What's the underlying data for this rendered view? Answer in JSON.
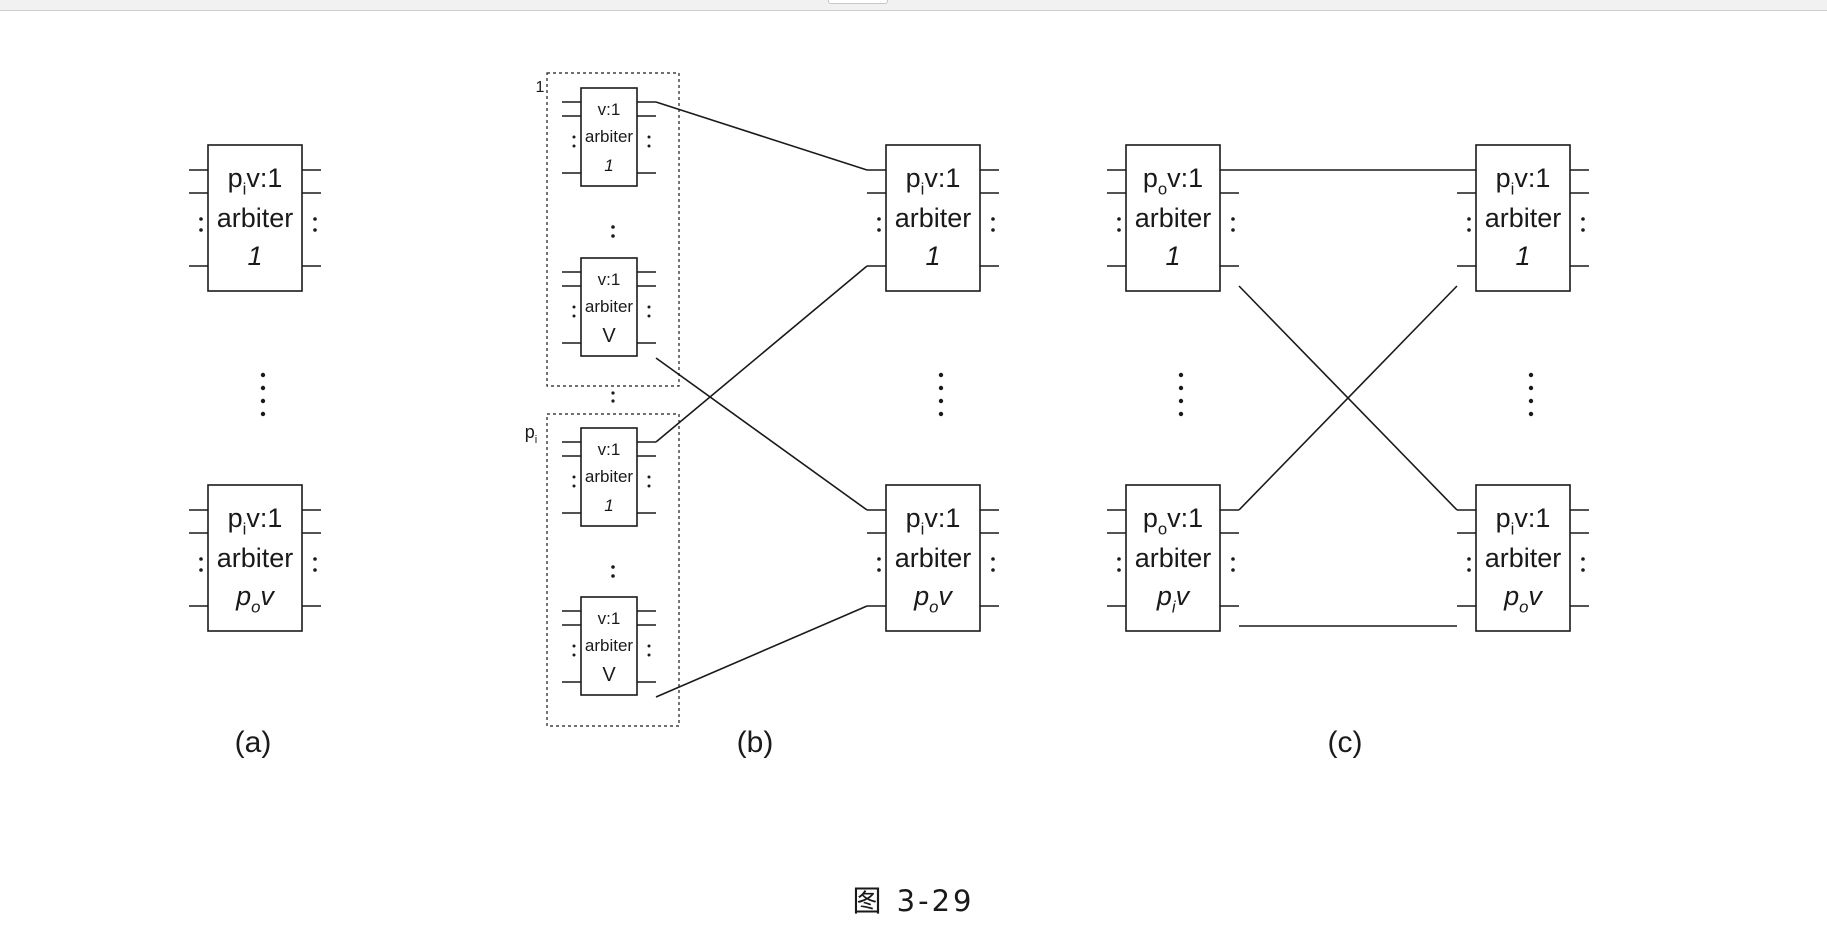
{
  "caption": "图 3-29",
  "subfigures": {
    "a": {
      "label": "(a)"
    },
    "b": {
      "label": "(b)",
      "group_labels": {
        "first": "1",
        "last": "pi"
      }
    },
    "c": {
      "label": "(c)"
    }
  },
  "big_boxes": {
    "a_top": {
      "top": "piv:1",
      "mid": "arbiter",
      "bot": "1"
    },
    "a_bottom": {
      "top": "piv:1",
      "mid": "arbiter",
      "bot": "pov"
    },
    "b_top": {
      "top": "piv:1",
      "mid": "arbiter",
      "bot": "1"
    },
    "b_bottom": {
      "top": "piv:1",
      "mid": "arbiter",
      "bot": "pov"
    },
    "c_left_top": {
      "top": "pov:1",
      "mid": "arbiter",
      "bot": "1"
    },
    "c_left_bottom": {
      "top": "pov:1",
      "mid": "arbiter",
      "bot": "piv"
    },
    "c_right_top": {
      "top": "piv:1",
      "mid": "arbiter",
      "bot": "1"
    },
    "c_right_bottom": {
      "top": "piv:1",
      "mid": "arbiter",
      "bot": "pov"
    }
  },
  "small_boxes": {
    "g1_first": {
      "top": "v:1",
      "mid": "arbiter",
      "bot": "1"
    },
    "g1_last": {
      "top": "v:1",
      "mid": "arbiter",
      "bot": "v"
    },
    "g2_first": {
      "top": "v:1",
      "mid": "arbiter",
      "bot": "1"
    },
    "g2_last": {
      "top": "v:1",
      "mid": "arbiter",
      "bot": "v"
    }
  }
}
